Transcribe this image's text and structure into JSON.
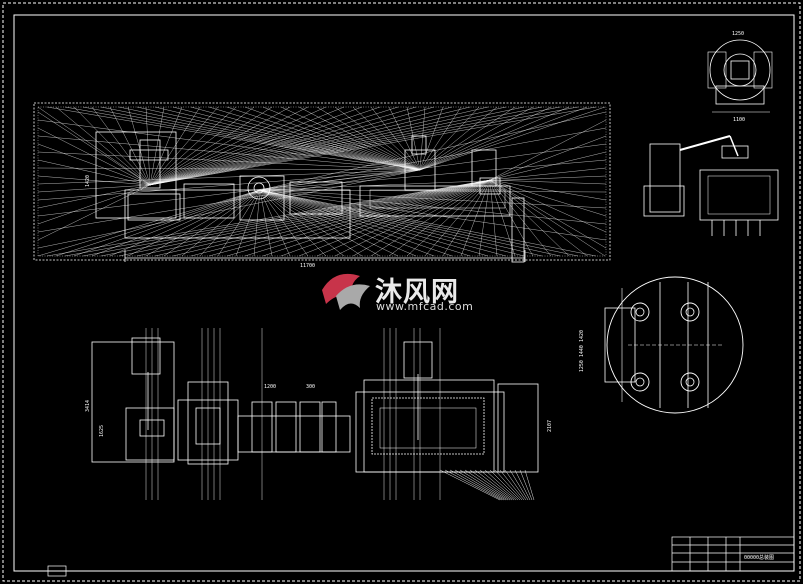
{
  "drawing": {
    "main_dimension": "11700",
    "watermark_brand": "沐风网",
    "watermark_url": "www.mfcad.com",
    "title_block_text": "00000总装图",
    "dims": {
      "top_left_vertical": "1420",
      "lower_left_vertical_a": "3414",
      "lower_left_vertical_b": "1625",
      "lower_right_vertical": "2107",
      "circle_vertical": "1250 1440 1420",
      "lower_mid_a": "1200",
      "lower_mid_b": "300",
      "robot_top": "1250",
      "robot_bottom": "1100"
    }
  },
  "colors": {
    "background": "#000000",
    "line": "#ffffff",
    "watermark_logo": "#c8344a"
  }
}
